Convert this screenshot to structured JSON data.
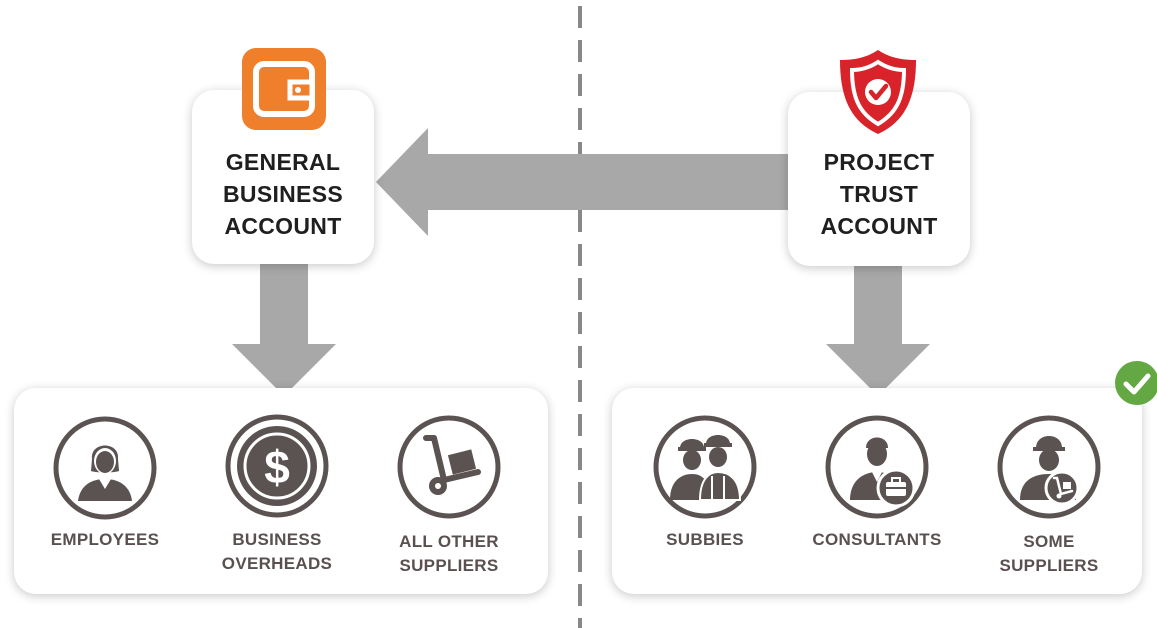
{
  "colors": {
    "arrow": "#a8a8a8",
    "divider": "#888888",
    "icon_dark": "#5b5252",
    "wallet_orange": "#f07f2c",
    "shield_red": "#d9232b",
    "check_green": "#64a844",
    "text_dark": "#1f1f1f",
    "text_label": "#5a5050"
  },
  "general_account": {
    "icon": "wallet-icon",
    "title_lines": [
      "GENERAL",
      "BUSINESS",
      "ACCOUNT"
    ],
    "items": [
      {
        "icon": "employee-icon",
        "label_lines": [
          "EMPLOYEES"
        ]
      },
      {
        "icon": "dollar-coin-icon",
        "label_lines": [
          "BUSINESS",
          "OVERHEADS"
        ]
      },
      {
        "icon": "hand-truck-icon",
        "label_lines": [
          "ALL OTHER",
          "SUPPLIERS"
        ]
      }
    ]
  },
  "project_account": {
    "icon": "shield-check-icon",
    "title_lines": [
      "PROJECT",
      "TRUST",
      "ACCOUNT"
    ],
    "badge": "check-badge-icon",
    "items": [
      {
        "icon": "workers-icon",
        "label_lines": [
          "SUBBIES"
        ]
      },
      {
        "icon": "consultant-icon",
        "label_lines": [
          "CONSULTANTS"
        ]
      },
      {
        "icon": "supplier-worker-icon",
        "label_lines": [
          "SOME",
          "SUPPLIERS"
        ]
      }
    ]
  }
}
